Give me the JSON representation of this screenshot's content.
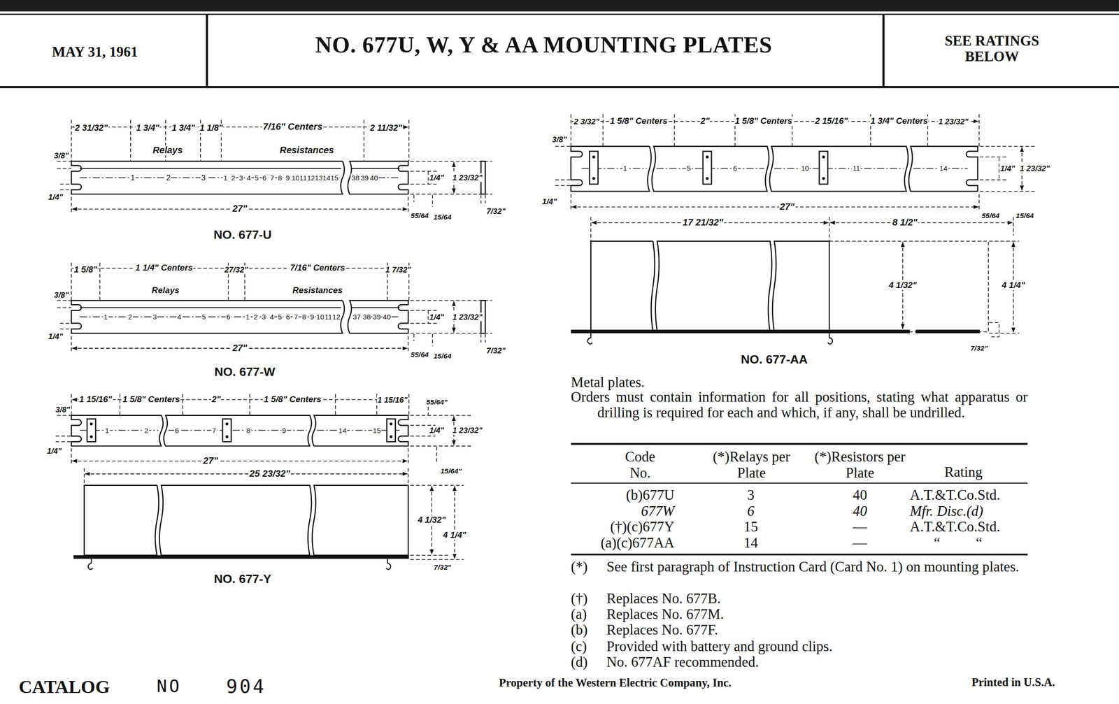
{
  "diagram": {
    "title": "NO. 677U, W, Y & AA MOUNTING PLATES",
    "labels": [
      "MAY 31, 1961",
      "SEE RATINGS BELOW",
      "2 31/32\"",
      "1 3/4\"",
      "1 3/4\"",
      "1 1/8\"",
      "7/16\" Centers",
      "2 11/32\"",
      "Relays",
      "Resistances",
      "1",
      "2",
      "3",
      "1",
      "2",
      "3",
      "4",
      "5",
      "6",
      "7",
      "8",
      "9",
      "10",
      "11",
      "12",
      "13",
      "14",
      "15",
      "38",
      "39",
      "40",
      "27\"",
      "3/8\"",
      "1/4\"",
      "1/4\"",
      "1 23/32\"",
      "55/64",
      "15/64",
      "7/32\"",
      "NO. 677-U",
      "1 5/8\"",
      "1 1/4\" Centers",
      "27/32\"",
      "7/16\" Centers",
      "1 7/32\"",
      "Relays",
      "Resistances",
      "1",
      "2",
      "3",
      "4",
      "5",
      "6",
      "1",
      "2",
      "3",
      "4",
      "5",
      "6",
      "7",
      "8",
      "9",
      "10",
      "11",
      "12",
      "37",
      "38",
      "39",
      "40",
      "27\"",
      "3/8\"",
      "1/4\"",
      "1/4\"",
      "1 23/32\"",
      "55/64",
      "15/64",
      "7/32\"",
      "NO. 677-W",
      "1 15/16\"",
      "1 5/8\" Centers",
      "2\"",
      "1 5/8\" Centers",
      "1 15/16\"",
      "55/64\"",
      "1",
      "2",
      "6",
      "7",
      "8",
      "9",
      "14",
      "15",
      "3/8\"",
      "1/4\"",
      "1/4\"",
      "1 23/32\"",
      "15/64\"",
      "27\"",
      "25 23/32\"",
      "4 1/32\"",
      "4 1/4\"",
      "7/32\"",
      "NO. 677-Y",
      "2 3/32\"",
      "1 5/8\" Centers",
      "2\"",
      "1 5/8\" Centers",
      "2 15/16\"",
      "1 3/4\" Centers",
      "1 23/32\"",
      "3/8\"",
      "1/4\"",
      "1",
      "5",
      "6",
      "10",
      "11",
      "14",
      "1/4\"",
      "1 23/32\"",
      "55/64",
      "15/64",
      "27\"",
      "17 21/32\"",
      "8 1/2\"",
      "4 1/32\"",
      "4 1/4\"",
      "7/32\"",
      "NO. 677-AA",
      "Metal plates.",
      "Orders must contain information for all positions, stating what apparatus or drilling is required for each and which, if any, shall be undrilled.",
      "Code No.",
      "(*)Relays per Plate",
      "(*)Resistors per Plate",
      "Rating",
      "(b)677U",
      "3",
      "40",
      "A.T.&T.Co.Std.",
      "677W",
      "6",
      "40",
      "Mfr. Disc.(d)",
      "(†)(c)677Y",
      "15",
      "—",
      "A.T.&T.Co.Std.",
      "(a)(c)677AA",
      "14",
      "—",
      "“",
      "“",
      "(*)",
      "See first paragraph of Instruction Card (Card No. 1) on mounting plates.",
      "(†)",
      "Replaces No. 677B.",
      "(a)",
      "Replaces No. 677M.",
      "(b)",
      "Replaces No. 677F.",
      "(c)",
      "Provided with battery and ground clips.",
      "(d)",
      "No. 677AF recommended.",
      "CATALOG",
      "NO",
      "904",
      "Property of the Western Electric Company, Inc.",
      "Printed in U.S.A."
    ]
  }
}
